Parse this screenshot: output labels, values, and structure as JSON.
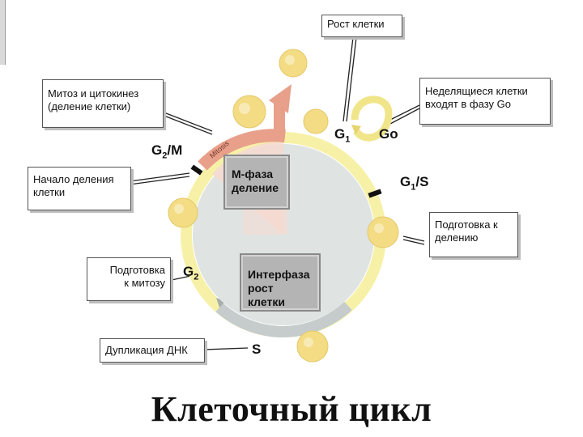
{
  "title": "Клеточный цикл",
  "labels": {
    "cell_growth": "Рост клетки",
    "nondividing": [
      "Неделящиеся клетки",
      "входят в фазу Go"
    ],
    "mitosis_cytokinesis": [
      "Митоз и цитокинез",
      "(деление клетки)"
    ],
    "division_start": [
      "Начало деления",
      "клетки"
    ],
    "prep_division": [
      "Подготовка к",
      "делению"
    ],
    "prep_mitosis": [
      "Подготовка",
      "к митозу"
    ],
    "dna_duplication": "Дупликация ДНК"
  },
  "inner": {
    "m_phase": [
      "М-фаза",
      "деление"
    ],
    "interphase": [
      "Интерфаза",
      "рост клетки"
    ]
  },
  "phases": {
    "g2m_main": "G",
    "g2m_sub": "2",
    "g2m_suffix": "/M",
    "g1_main": "G",
    "g1_sub": "1",
    "go": "Go",
    "g1s_main": "G",
    "g1s_sub": "1",
    "g1s_suffix": "/S",
    "g2_main": "G",
    "g2_sub": "2",
    "s": "S",
    "mitosis_arc": "Mitosis"
  },
  "colors": {
    "ring_yellow": "#f7f1a8",
    "ring_gray": "#c5cccb",
    "inner_fill": "#dfe4e3",
    "mitosis_arc": "#e8a08a",
    "m_wedge": "#f6d9d0",
    "cell_fill": "#f3dc84"
  }
}
